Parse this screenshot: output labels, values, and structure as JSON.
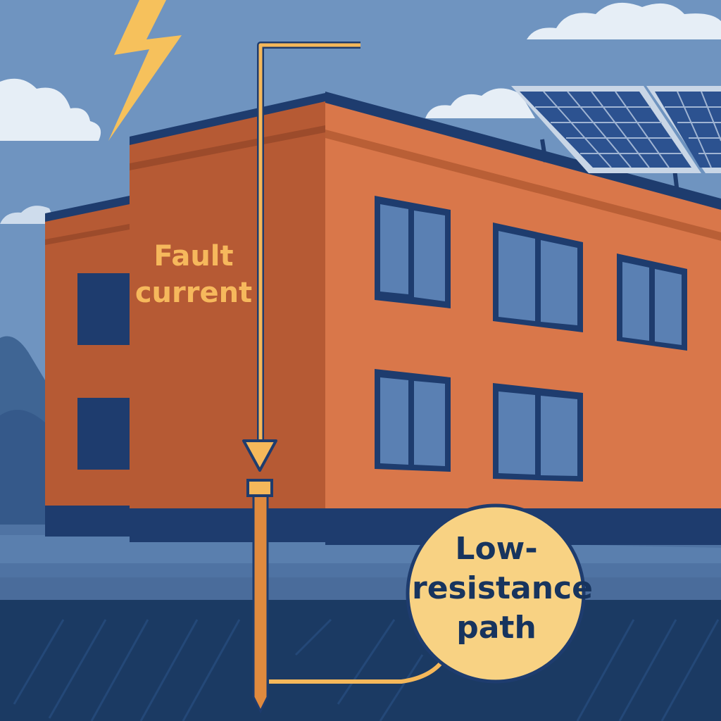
{
  "labels": {
    "fault_current_line1": "Fault",
    "fault_current_line2": "current",
    "path_line1": "Low-",
    "path_line2": "resistance",
    "path_line3": "path"
  },
  "colors": {
    "sky": "#6f94c0",
    "brick_front": "#d9774a",
    "brick_side": "#b65a34",
    "trim": "#1e3c6e",
    "ground": "#1b3a63",
    "current": "#f5b85a",
    "callout": "#f8d283"
  },
  "icons": [
    "lightning-bolt-icon",
    "solar-panel-icon",
    "ground-rod-icon",
    "arrow-down-icon"
  ]
}
